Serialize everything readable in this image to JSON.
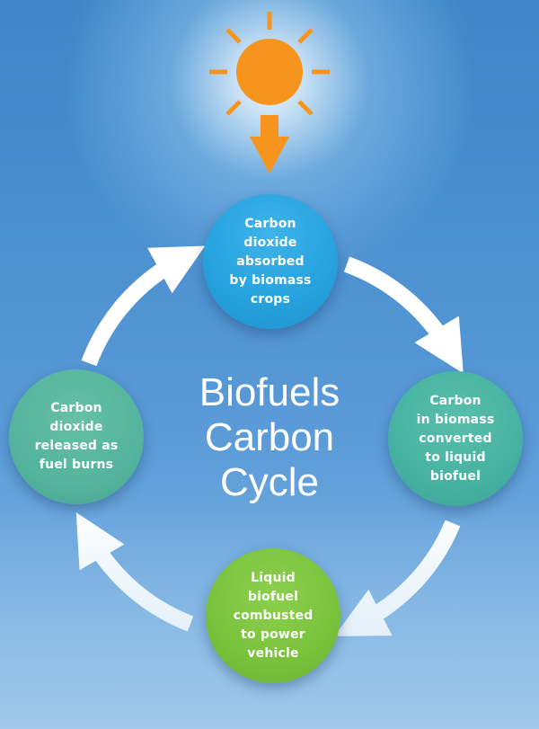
{
  "title": {
    "line1": "Biofuels",
    "line2": "Carbon",
    "line3": "Cycle"
  },
  "stages": [
    {
      "text": "Carbon\ndioxide\nabsorbed\nby biomass\ncrops",
      "color": "#27a3df"
    },
    {
      "text": "Carbon\nin biomass\nconverted\nto liquid\nbiofuel",
      "color": "#47b2a2"
    },
    {
      "text": "Liquid\nbiofuel\ncombusted\nto power\nvehicle",
      "color": "#79c23c"
    },
    {
      "text": "Carbon\ndioxide\nreleased as\nfuel burns",
      "color": "#54b49d"
    }
  ],
  "icons": {
    "sun": "sun-icon",
    "sunlight_arrow": "down-arrow-icon",
    "cycle_arrows": "curved-arrow-icon"
  },
  "colors": {
    "sun": "#f7941d",
    "arrows": "#ffffff",
    "background": "#4a8fd0"
  }
}
